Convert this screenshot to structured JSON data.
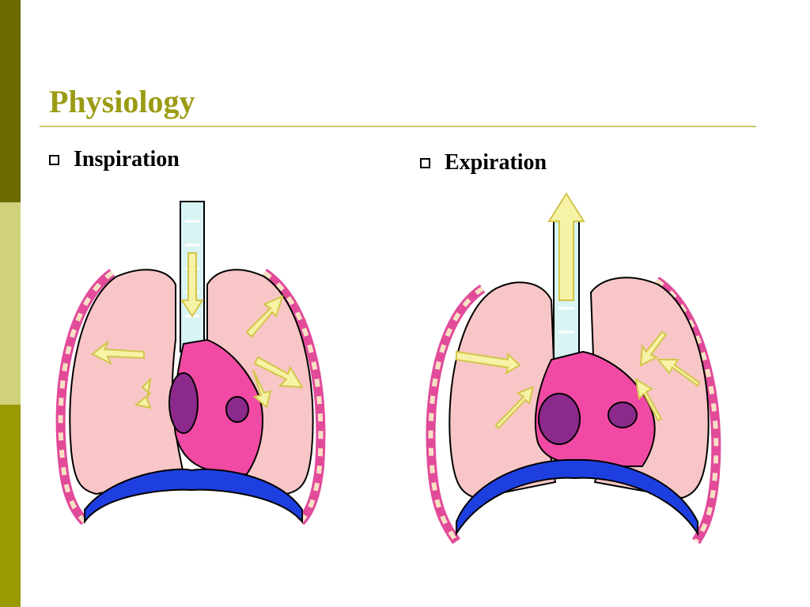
{
  "slide": {
    "title": "Physiology",
    "bullets": [
      {
        "label": "Inspiration"
      },
      {
        "label": "Expiration"
      }
    ]
  },
  "colors": {
    "sidebar_dark": "#6b6b00",
    "sidebar_light": "#cfd27a",
    "sidebar_mid": "#9a9a00",
    "title": "#9b9b14",
    "lung": "#f8c6c6",
    "heart": "#f14aa4",
    "diaphragm": "#1e3fe0",
    "trachea": "#d8f4f4",
    "arrow": "#f6f2a6",
    "rib": "#e24a9a"
  }
}
